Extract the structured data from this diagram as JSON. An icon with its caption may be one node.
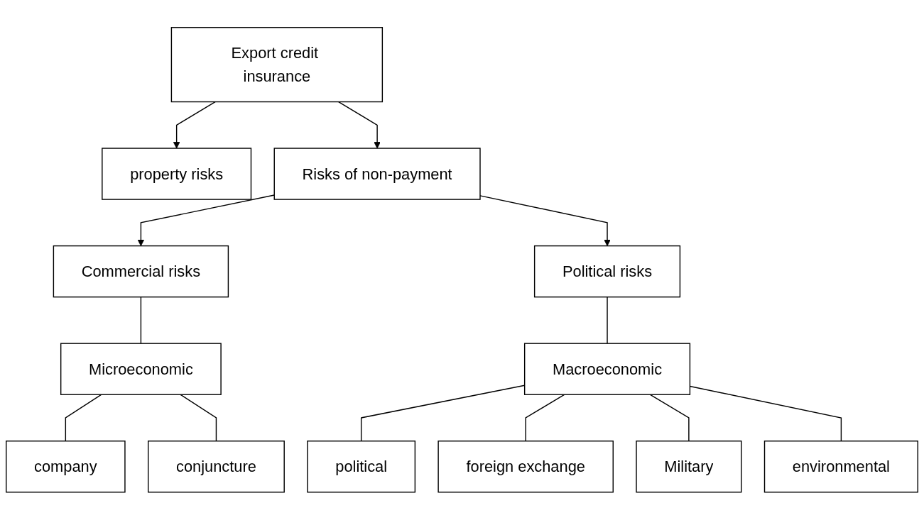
{
  "diagram": {
    "nodes": [
      {
        "text": [
          "Export credit insurance"
        ]
      },
      {
        "text": [
          "property risks"
        ]
      },
      {
        "text": [
          "Risks of non-payment"
        ]
      },
      {
        "text": [
          "Commercial risks"
        ]
      },
      {
        "text": [
          "Political risks"
        ]
      },
      {
        "text": [
          "Microeconomic"
        ]
      },
      {
        "text": [
          "Macroeconomic"
        ]
      },
      {
        "text": [
          "company"
        ]
      },
      {
        "text": [
          "conjuncture"
        ]
      },
      {
        "text": [
          "political"
        ]
      },
      {
        "text": [
          "foreign exchange"
        ]
      },
      {
        "text": [
          "Military"
        ]
      },
      {
        "text": [
          "environmental"
        ]
      }
    ],
    "edges": [
      {
        "from": 0,
        "to": 1,
        "arrow": "to"
      },
      {
        "from": 0,
        "to": 2,
        "arrow": "to"
      },
      {
        "from": 2,
        "to": 3,
        "arrow": "to"
      },
      {
        "from": 2,
        "to": 4,
        "arrow": "to"
      },
      {
        "from": 3,
        "to": 5,
        "arrow": "none"
      },
      {
        "from": 4,
        "to": 6,
        "arrow": "none"
      },
      {
        "from": 5,
        "to": 7,
        "arrow": "none"
      },
      {
        "from": 5,
        "to": 8,
        "arrow": "none"
      },
      {
        "from": 6,
        "to": 9,
        "arrow": "none"
      },
      {
        "from": 6,
        "to": 10,
        "arrow": "none"
      },
      {
        "from": 6,
        "to": 11,
        "arrow": "none"
      },
      {
        "from": 6,
        "to": 12,
        "arrow": "none"
      }
    ]
  }
}
